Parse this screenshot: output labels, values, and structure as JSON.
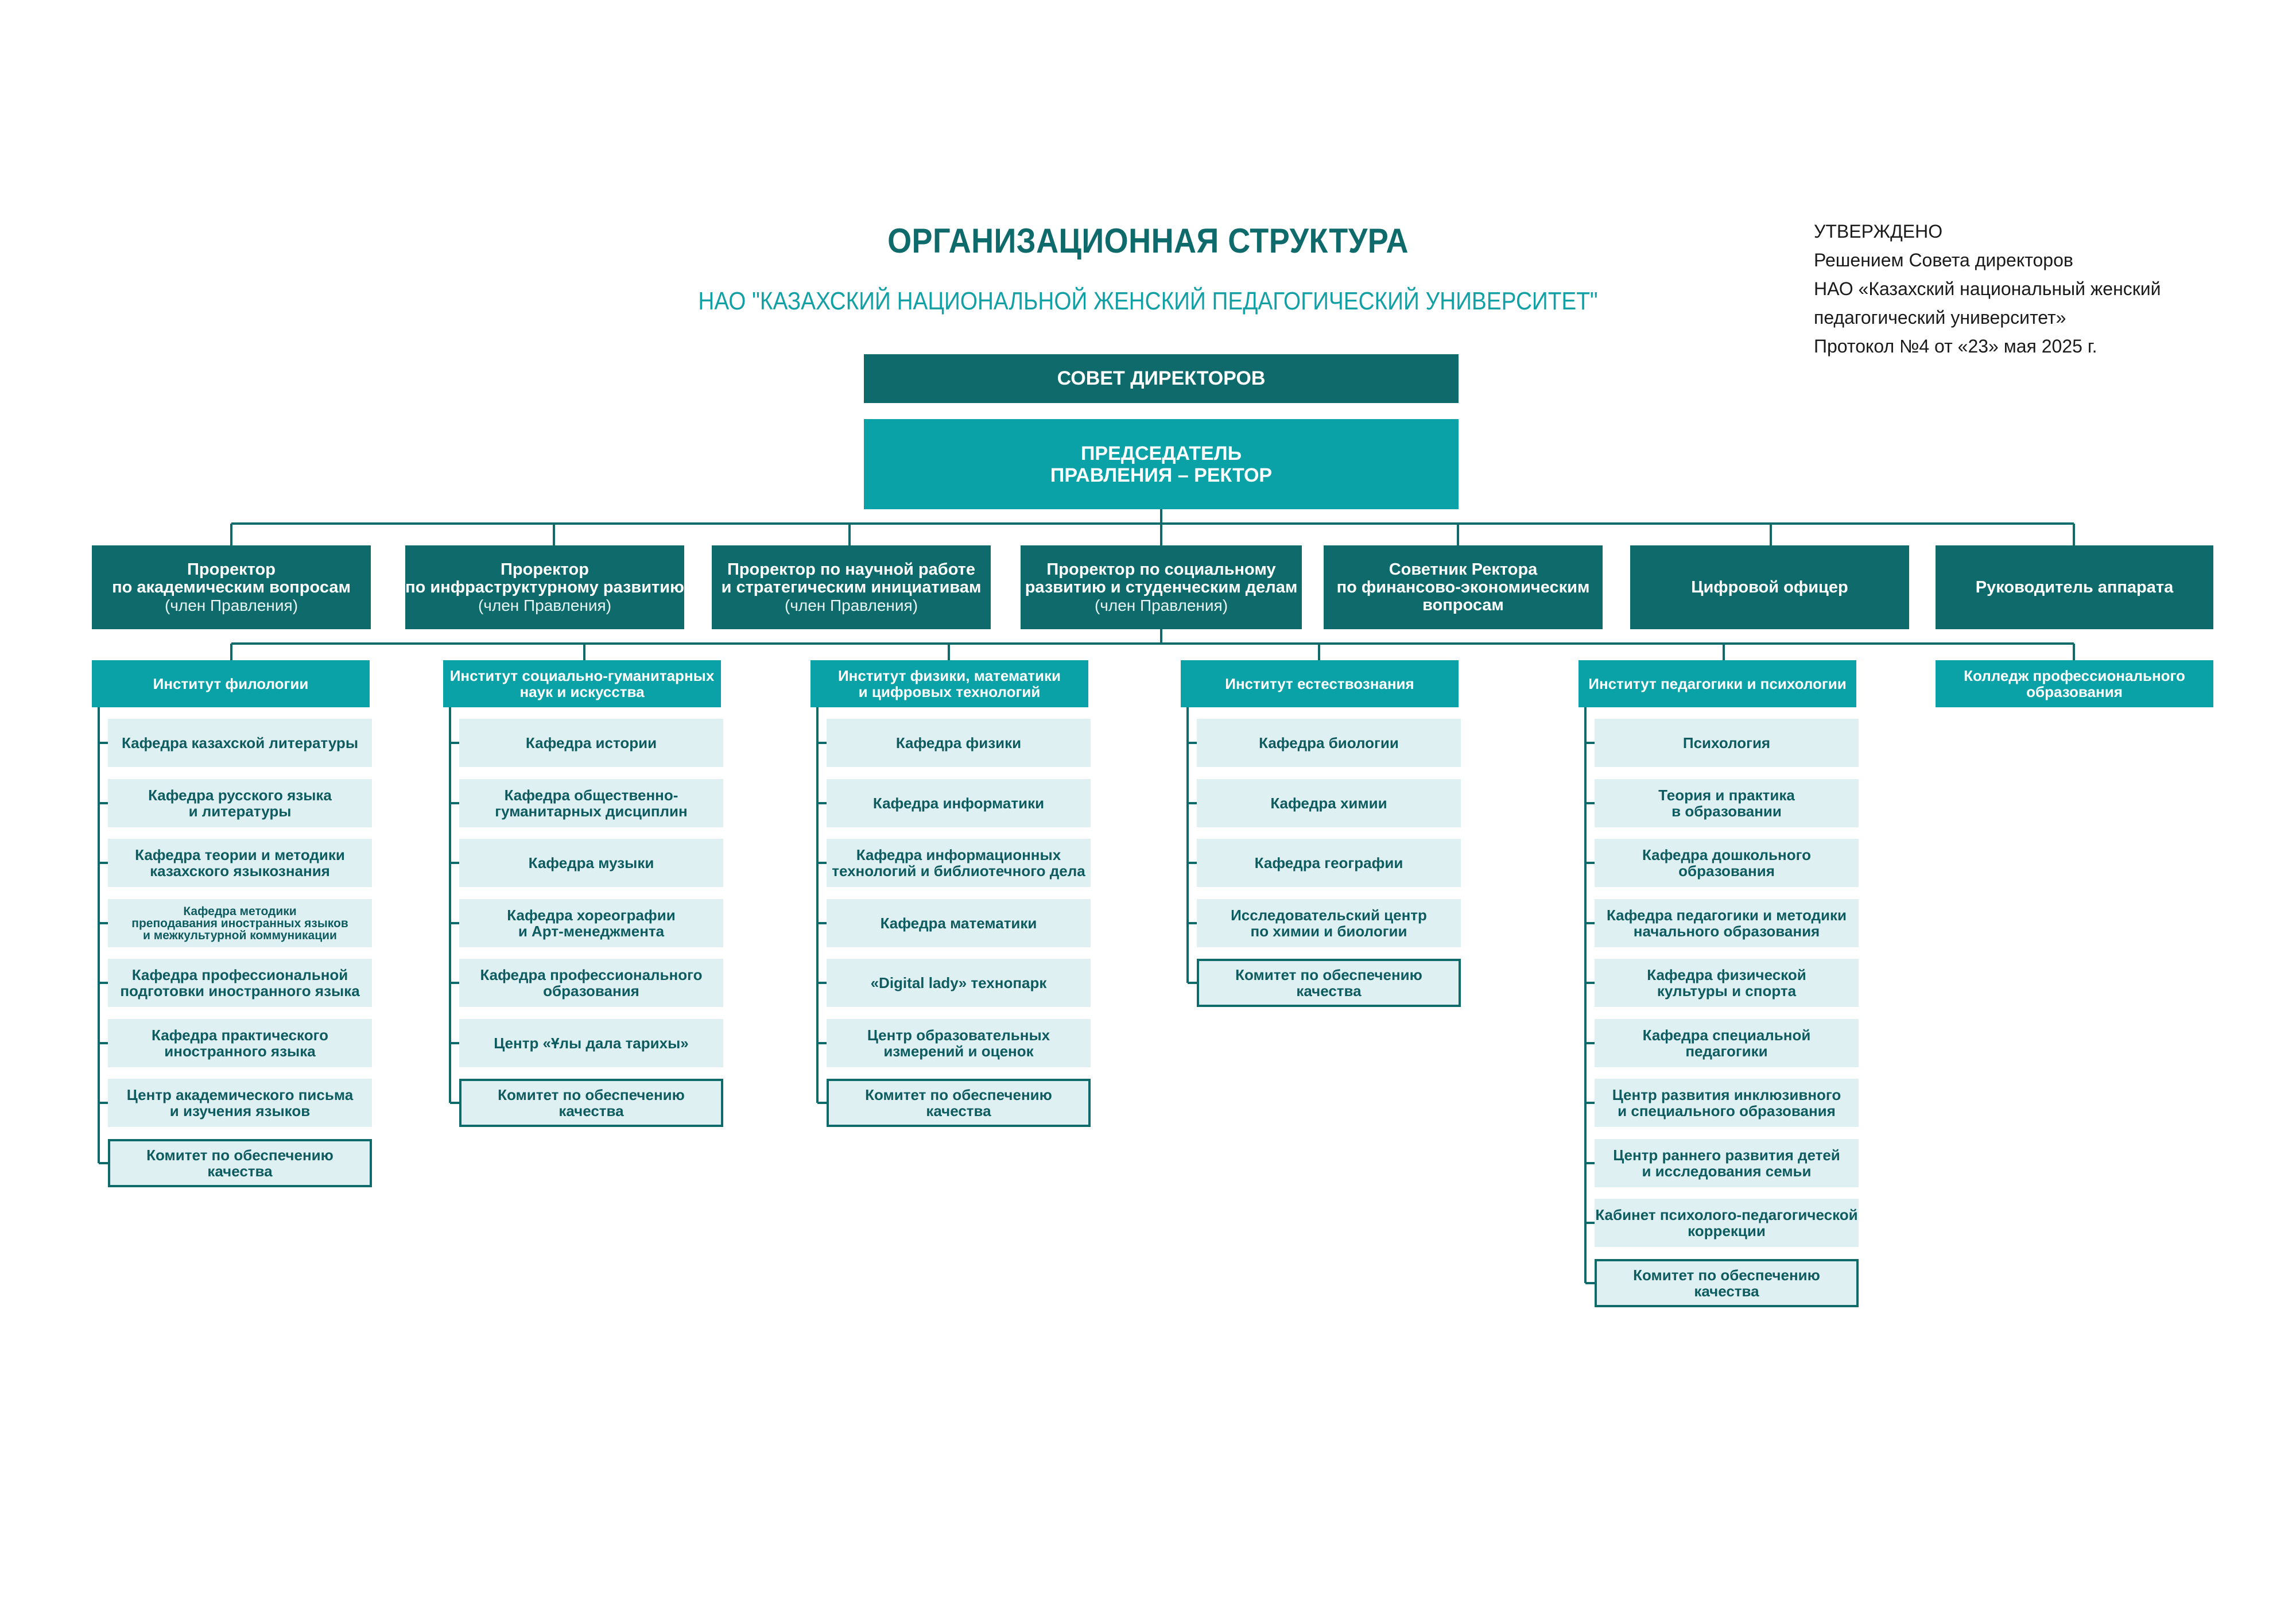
{
  "header": {
    "title": "ОРГАНИЗАЦИОННАЯ СТРУКТУРА",
    "subtitle": "НАО \"КАЗАХСКИЙ НАЦИОНАЛЬНОЙ ЖЕНСКИЙ ПЕДАГОГИЧЕСКИЙ УНИВЕРСИТЕТ\""
  },
  "approval": {
    "line1": "УТВЕРЖДЕНО",
    "line2": "Решением Совета директоров",
    "line3": "НАО «Казахский национальный женский",
    "line4": "педагогический университет»",
    "line5": "Протокол №4 от «23» мая 2025 г."
  },
  "top": {
    "board": "СОВЕТ ДИРЕКТОРОВ",
    "rector": "ПРЕДСЕДАТЕЛЬ\nПРАВЛЕНИЯ – РЕКТОР"
  },
  "vps": [
    {
      "title": "Проректор\nпо академическим вопросам",
      "sub": "(член Правления)"
    },
    {
      "title": "Проректор\nпо инфраструктурному развитию",
      "sub": "(член Правления)"
    },
    {
      "title": "Проректор по научной работе\nи стратегическим инициативам",
      "sub": "(член Правления)"
    },
    {
      "title": "Проректор по социальному\nразвитию и студенческим делам",
      "sub": "(член Правления)"
    },
    {
      "title": "Советник Ректора\nпо финансово-экономическим\nвопросам",
      "sub": ""
    },
    {
      "title": "Цифровой офицер",
      "sub": ""
    },
    {
      "title": "Руководитель аппарата",
      "sub": ""
    }
  ],
  "institutes": [
    {
      "name": "Институт филологии",
      "units": [
        "Кафедра казахской литературы",
        "Кафедра русского языка\nи литературы",
        "Кафедра теории и методики\nказахского языкознания",
        "Кафедра методики\nпреподавания иностранных языков\nи межкультурной коммуникации",
        "Кафедра профессиональной\nподготовки иностранного языка",
        "Кафедра практического\nиностранного языка",
        "Центр академического письма\nи изучения языков"
      ],
      "qc": "Комитет по обеспечению\nкачества"
    },
    {
      "name": "Институт социально-гуманитарных\nнаук и искусства",
      "units": [
        "Кафедра истории",
        "Кафедра общественно-\nгуманитарных дисциплин",
        "Кафедра музыки",
        "Кафедра хореографии\nи Арт-менеджмента",
        "Кафедра профессионального\nобразования",
        "Центр «Ұлы дала тарихы»"
      ],
      "qc": "Комитет по обеспечению\nкачества"
    },
    {
      "name": "Институт физики, математики\nи цифровых технологий",
      "units": [
        "Кафедра физики",
        "Кафедра информатики",
        "Кафедра информационных\nтехнологий и библиотечного дела",
        "Кафедра математики",
        "«Digital lady» технопарк",
        "Центр образовательных\nизмерений и оценок"
      ],
      "qc": "Комитет по обеспечению\nкачества"
    },
    {
      "name": "Институт естествознания",
      "units": [
        "Кафедра биологии",
        "Кафедра химии",
        "Кафедра географии",
        "Исследовательский центр\nпо химии и биологии"
      ],
      "qc": "Комитет по обеспечению\nкачества"
    },
    {
      "name": "Институт педагогики и психологии",
      "units": [
        "Психология",
        "Теория и практика\nв образовании",
        "Кафедра дошкольного\nобразования",
        "Кафедра педагогики и методики\nначального образования",
        "Кафедра физической\nкультуры и спорта",
        "Кафедра специальной\nпедагогики",
        "Центр развития инклюзивного\nи специального образования",
        "Центр раннего развития детей\nи исследования семьи",
        "Кабинет психолого-педагогической\nкоррекции"
      ],
      "qc": "Комитет по обеспечению\nкачества"
    },
    {
      "name": "Колледж профессионального\nобразования",
      "units": [],
      "qc": ""
    }
  ]
}
